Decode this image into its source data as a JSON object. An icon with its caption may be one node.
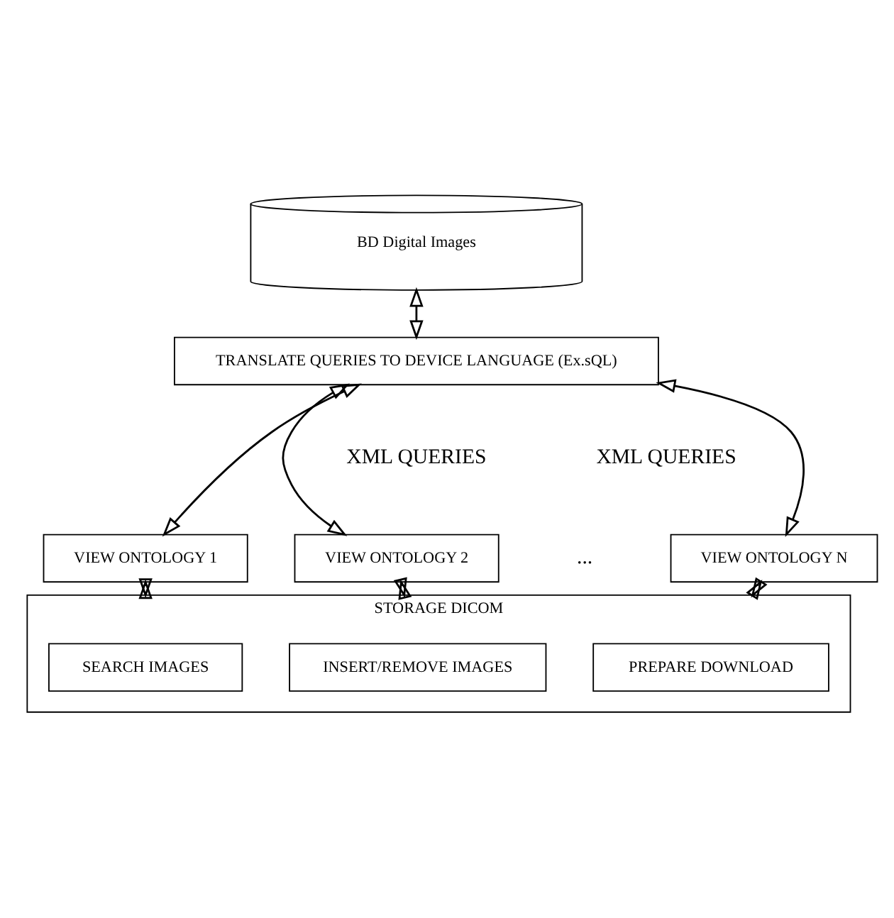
{
  "diagram": {
    "nodes": [
      {
        "text": [
          "BD Digital Images"
        ]
      },
      {
        "text": [
          "TRANSLATE QUERIES TO DEVICE LANGUAGE (Ex.sQL)"
        ]
      },
      {
        "text": [
          "VIEW ONTOLOGY 1"
        ]
      },
      {
        "text": [
          "VIEW ONTOLOGY 2"
        ]
      },
      {
        "text": [
          "VIEW ONTOLOGY N"
        ]
      },
      {
        "text": [
          "STORAGE DICOM"
        ]
      },
      {
        "text": [
          "SEARCH IMAGES"
        ],
        "in": 5
      },
      {
        "text": [
          "INSERT/REMOVE IMAGES"
        ],
        "in": 5
      },
      {
        "text": [
          "PREPARE DOWNLOAD"
        ],
        "in": 5
      }
    ],
    "edges": [
      {
        "from": 0,
        "to": 1,
        "arrow": "both"
      },
      {
        "from": 1,
        "to": 2,
        "arrow": "both"
      },
      {
        "from": 1,
        "to": 3,
        "arrow": "both"
      },
      {
        "from": 1,
        "to": 4,
        "arrow": "both"
      },
      {
        "from": 2,
        "to": 5,
        "arrow": "both"
      },
      {
        "from": 3,
        "to": 5,
        "arrow": "both"
      },
      {
        "from": 4,
        "to": 5,
        "arrow": "both"
      }
    ],
    "labels": [
      "XML QUERIES",
      "XML QUERIES",
      "..."
    ]
  }
}
